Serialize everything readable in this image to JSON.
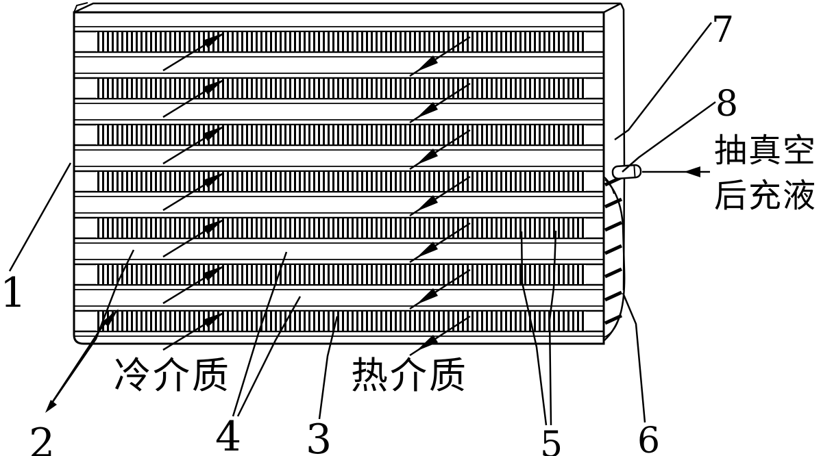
{
  "figure": {
    "background": "#ffffff",
    "ink": "#000000"
  },
  "labels": {
    "n1": "1",
    "n2": "2",
    "n3": "3",
    "n4": "4",
    "n5": "5",
    "n6": "6",
    "n7": "7",
    "n8": "8"
  },
  "text": {
    "cold_medium": "冷介质",
    "hot_medium": "热介质",
    "charge_line1": "抽真空",
    "charge_line2": "后充液"
  },
  "icons": {
    "cold_flow_arrow": "arrow-up-right",
    "hot_flow_arrow": "arrow-down-left",
    "charge_arrow": "arrow-left"
  }
}
